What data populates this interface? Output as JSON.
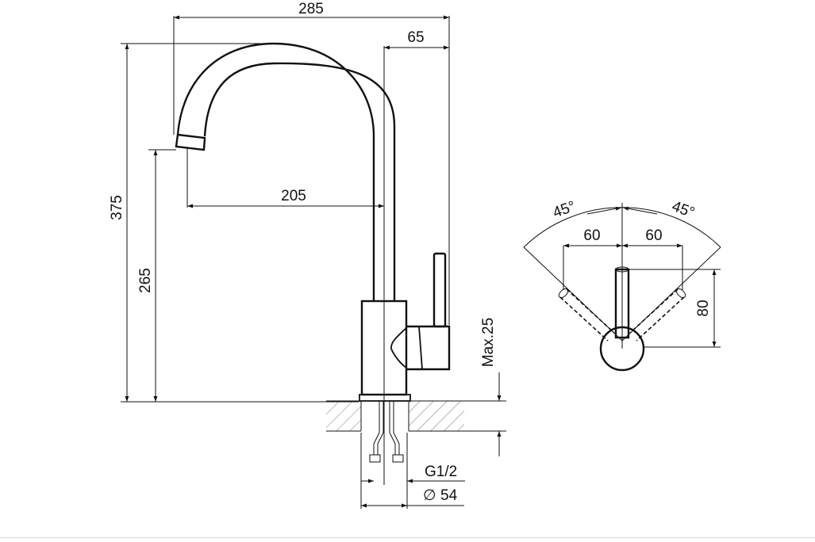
{
  "colors": {
    "line": "#111111",
    "hatch": "#555555",
    "background": "#ffffff"
  },
  "dimensions": {
    "overall_width": "285",
    "body_to_handle": "65",
    "spout_reach": "205",
    "total_height": "375",
    "spout_height": "265",
    "max_counter": "Max.25",
    "thread": "G1/2",
    "base_diameter": "54",
    "diameter_symbol": "∅",
    "angle_left": "45°",
    "angle_right": "45°",
    "handle_left": "60",
    "handle_right": "60",
    "handle_height": "80"
  }
}
